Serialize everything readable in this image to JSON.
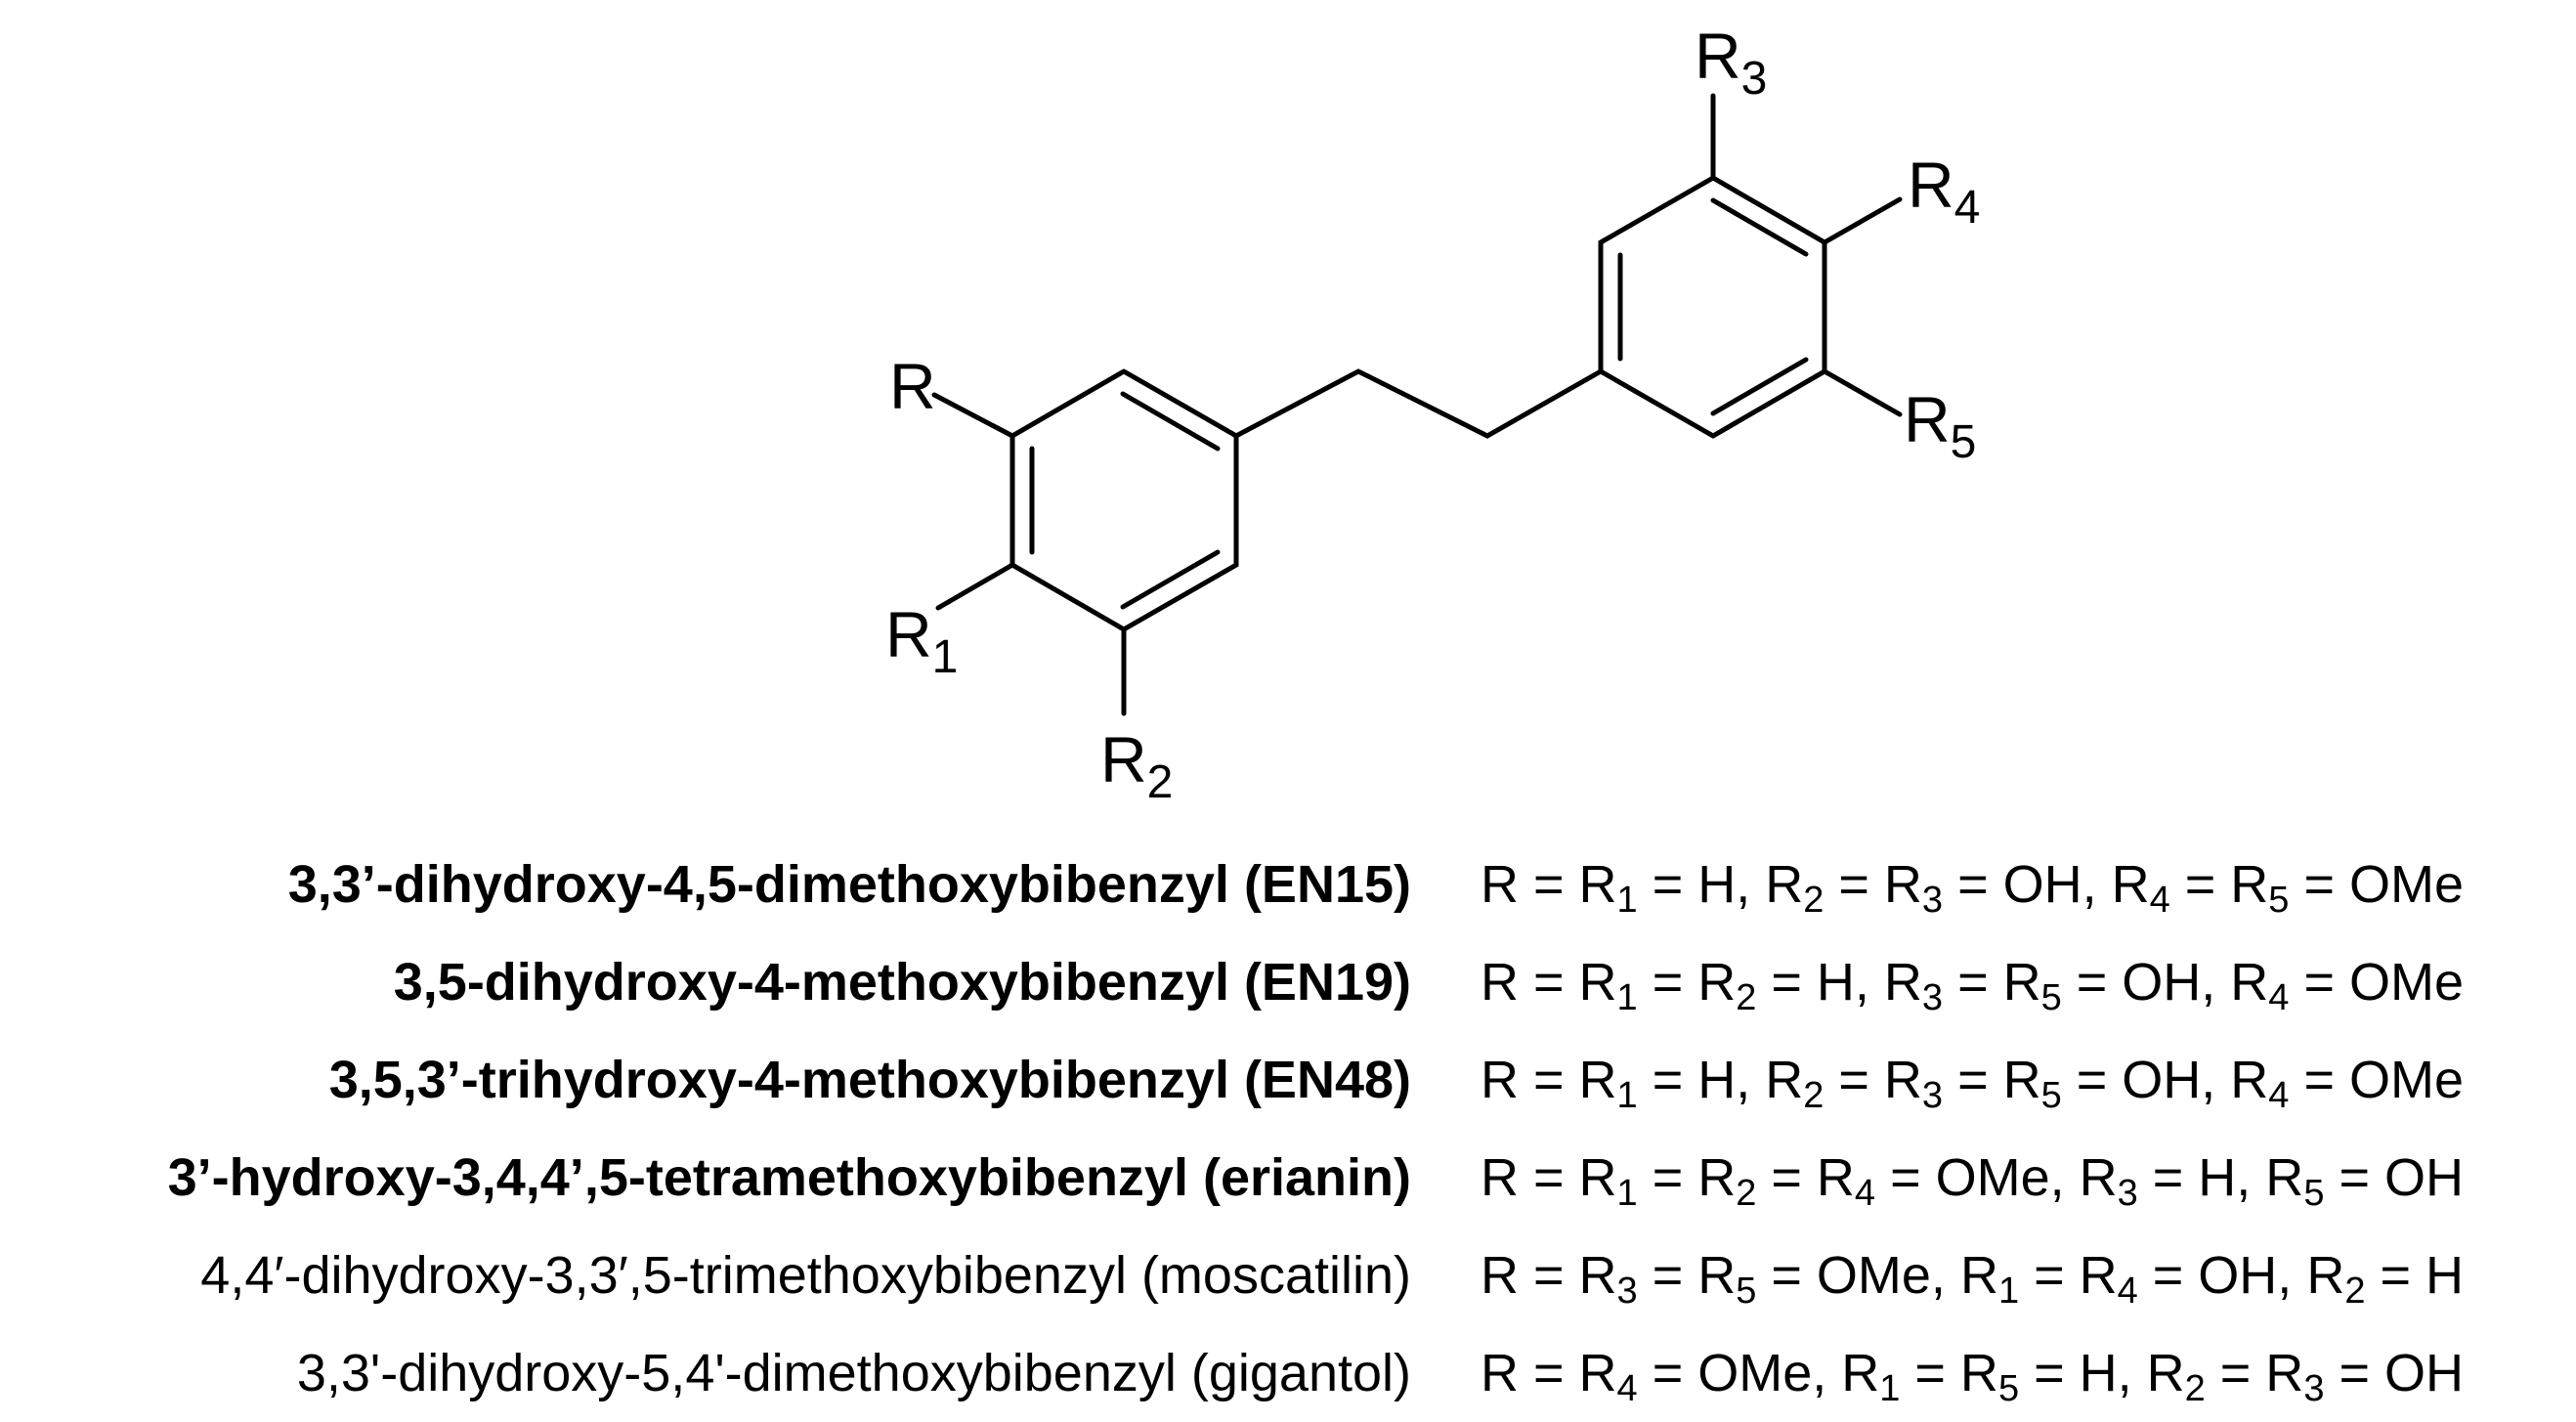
{
  "structure": {
    "labels": {
      "r": "R",
      "r1": "R",
      "r1_sub": "1",
      "r2": "R",
      "r2_sub": "2",
      "r3": "R",
      "r3_sub": "3",
      "r4": "R",
      "r4_sub": "4",
      "r5": "R",
      "r5_sub": "5"
    }
  },
  "compounds": [
    {
      "name": "3,3’-dihydroxy-4,5-dimethoxybibenzyl (EN15)",
      "bold": true,
      "substitution": [
        {
          "t": "R = R"
        },
        {
          "s": "1"
        },
        {
          "t": " = H, R"
        },
        {
          "s": "2"
        },
        {
          "t": " = R"
        },
        {
          "s": "3"
        },
        {
          "t": " = OH, R"
        },
        {
          "s": "4"
        },
        {
          "t": " = R"
        },
        {
          "s": "5"
        },
        {
          "t": " = OMe"
        }
      ]
    },
    {
      "name": "3,5-dihydroxy-4-methoxybibenzyl (EN19)",
      "bold": true,
      "substitution": [
        {
          "t": "R = R"
        },
        {
          "s": "1"
        },
        {
          "t": " = R"
        },
        {
          "s": "2"
        },
        {
          "t": " = H, R"
        },
        {
          "s": "3"
        },
        {
          "t": " = R"
        },
        {
          "s": "5"
        },
        {
          "t": " = OH, R"
        },
        {
          "s": "4"
        },
        {
          "t": " = OMe"
        }
      ]
    },
    {
      "name": "3,5,3’-trihydroxy-4-methoxybibenzyl (EN48)",
      "bold": true,
      "substitution": [
        {
          "t": "R = R"
        },
        {
          "s": "1"
        },
        {
          "t": " = H, R"
        },
        {
          "s": "2"
        },
        {
          "t": " = R"
        },
        {
          "s": "3"
        },
        {
          "t": " = R"
        },
        {
          "s": "5"
        },
        {
          "t": " = OH, R"
        },
        {
          "s": "4"
        },
        {
          "t": " = OMe"
        }
      ]
    },
    {
      "name": "3’-hydroxy-3,4,4’,5-tetramethoxybibenzyl (erianin)",
      "bold": true,
      "substitution": [
        {
          "t": "R = R"
        },
        {
          "s": "1"
        },
        {
          "t": " = R"
        },
        {
          "s": "2"
        },
        {
          "t": " = R"
        },
        {
          "s": "4"
        },
        {
          "t": " = OMe, R"
        },
        {
          "s": "3"
        },
        {
          "t": " = H, R"
        },
        {
          "s": "5"
        },
        {
          "t": " = OH"
        }
      ]
    },
    {
      "name": "4,4′-dihydroxy-3,3′,5-trimethoxybibenzyl (moscatilin)",
      "bold": false,
      "substitution": [
        {
          "t": "R = R"
        },
        {
          "s": "3"
        },
        {
          "t": " = R"
        },
        {
          "s": "5"
        },
        {
          "t": " = OMe, R"
        },
        {
          "s": "1"
        },
        {
          "t": " = R"
        },
        {
          "s": "4"
        },
        {
          "t": " = OH, R"
        },
        {
          "s": "2"
        },
        {
          "t": " = H"
        }
      ]
    },
    {
      "name": "3,3'-dihydroxy-5,4'-dimethoxybibenzyl (gigantol)",
      "bold": false,
      "substitution": [
        {
          "t": "R = R"
        },
        {
          "s": "4"
        },
        {
          "t": " = OMe, R"
        },
        {
          "s": "1"
        },
        {
          "t": " = R"
        },
        {
          "s": "5"
        },
        {
          "t": " = H, R"
        },
        {
          "s": "2"
        },
        {
          "t": " = R"
        },
        {
          "s": "3"
        },
        {
          "t": " = OH"
        }
      ]
    }
  ]
}
